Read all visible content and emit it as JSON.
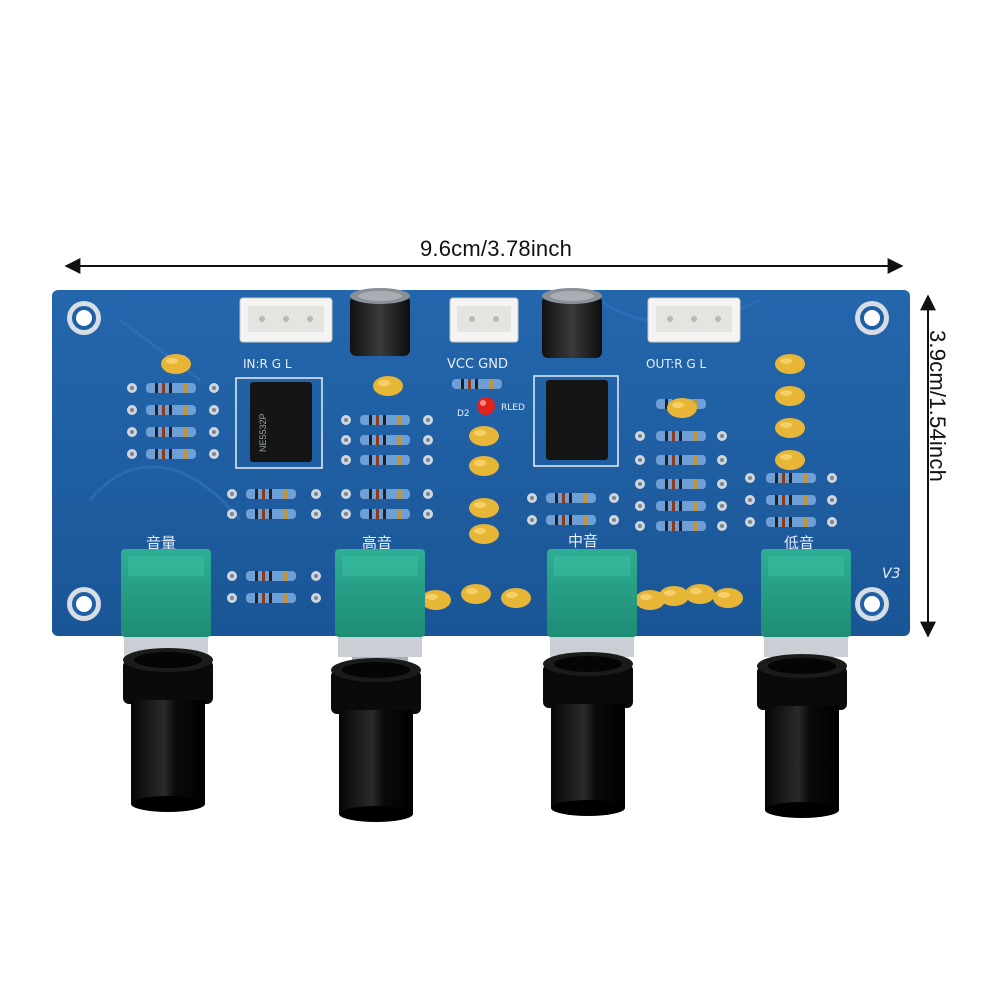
{
  "dimensions": {
    "width_label": "9.6cm/3.78inch",
    "height_label": "3.9cm/1.54inch"
  },
  "board": {
    "pcb_color": "#1f5fa3",
    "input_header_label": "IN:R  G  L",
    "power_header_label": "VCC GND",
    "output_header_label": "OUT:R  G  L",
    "led_label": "RLED",
    "led_ref": "D2",
    "version_label": "V3",
    "ic_marking": "NE5532P",
    "pot_labels": [
      "音量",
      "高音",
      "中音",
      "低音"
    ]
  }
}
